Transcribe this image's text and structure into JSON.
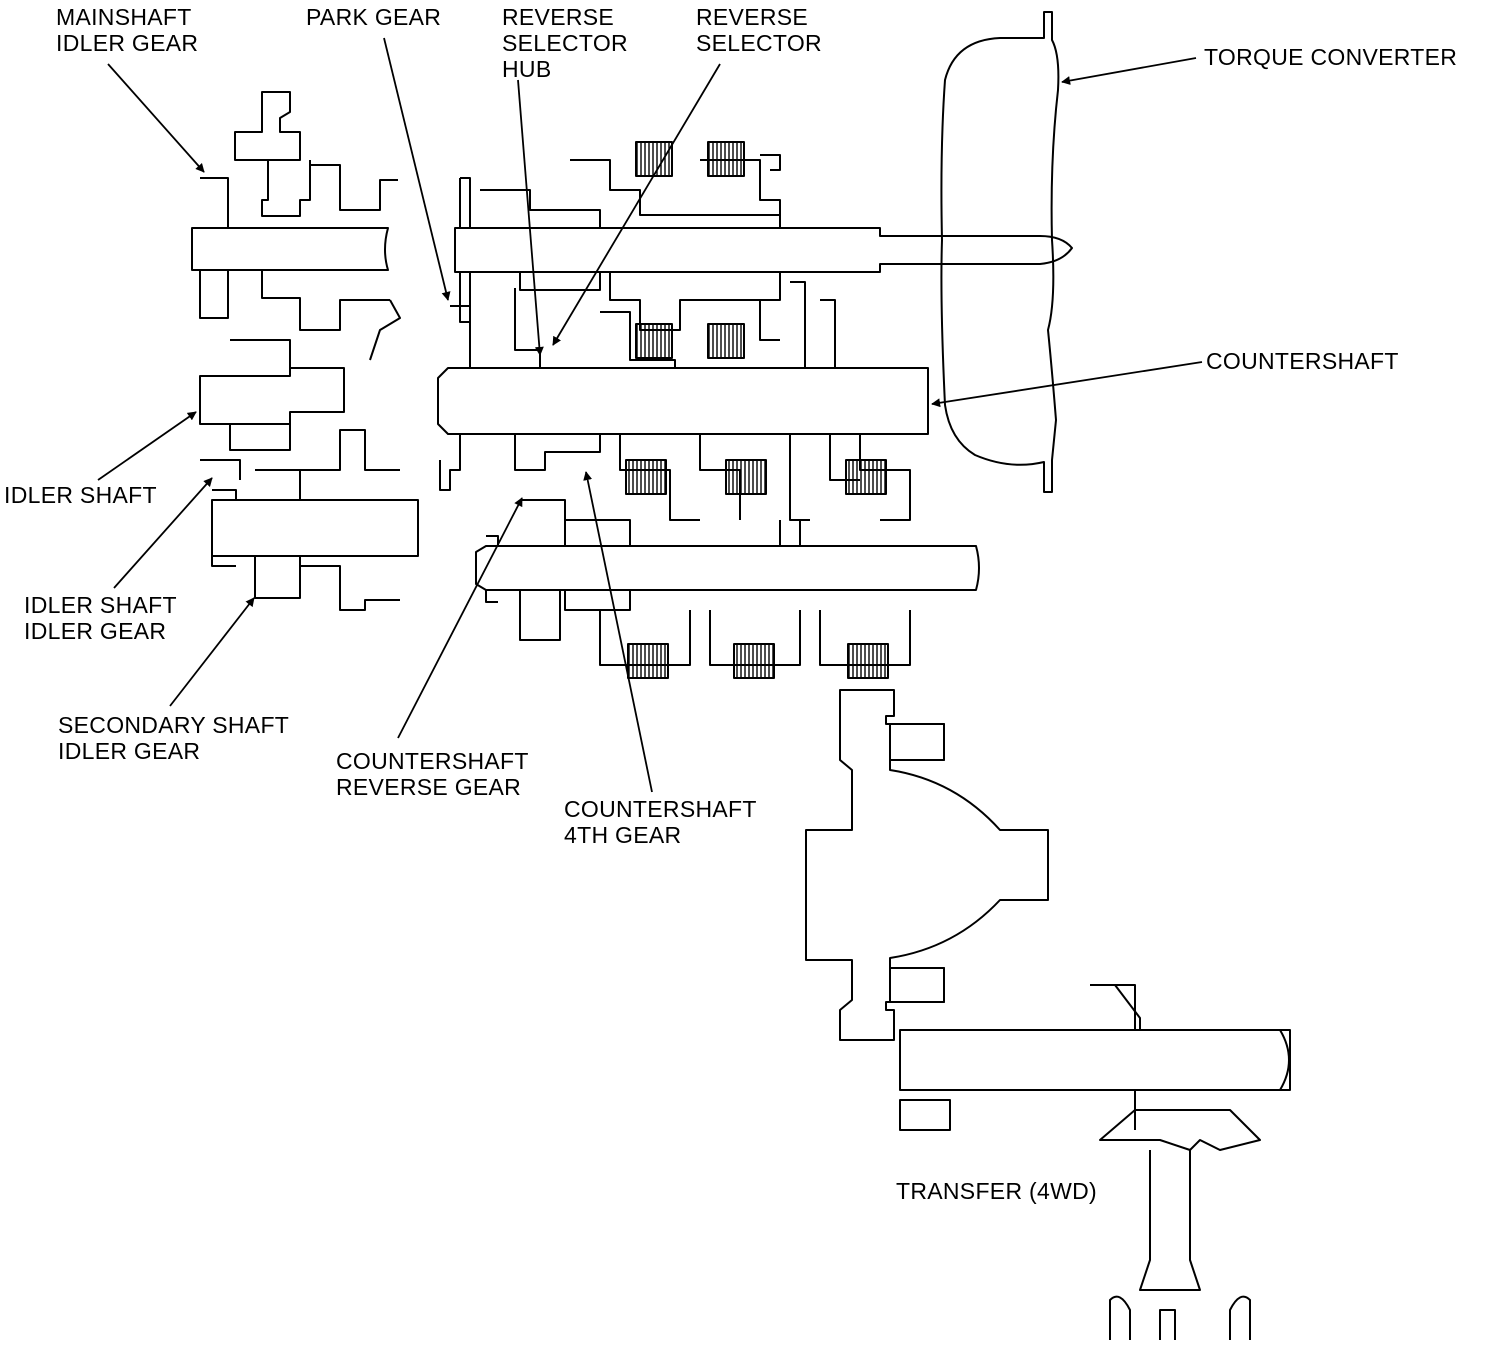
{
  "diagram": {
    "colors": {
      "line": "#000000",
      "background": "#ffffff"
    },
    "labels": {
      "mainshaft_idler_gear": [
        "MAINSHAFT",
        "IDLER GEAR"
      ],
      "park_gear": [
        "PARK GEAR"
      ],
      "reverse_selector_hub": [
        "REVERSE",
        "SELECTOR",
        "HUB"
      ],
      "reverse_selector": [
        "REVERSE",
        "SELECTOR"
      ],
      "torque_converter": [
        "TORQUE CONVERTER"
      ],
      "countershaft": [
        "COUNTERSHAFT"
      ],
      "idler_shaft": [
        "IDLER SHAFT"
      ],
      "idler_shaft_idler_gear": [
        "IDLER SHAFT",
        "IDLER GEAR"
      ],
      "secondary_shaft_idler_gear": [
        "SECONDARY SHAFT",
        "IDLER GEAR"
      ],
      "countershaft_reverse_gear": [
        "COUNTERSHAFT",
        "REVERSE GEAR"
      ],
      "countershaft_4th_gear": [
        "COUNTERSHAFT",
        "4TH GEAR"
      ],
      "transfer_4wd": [
        "TRANSFER (4WD)"
      ]
    }
  }
}
